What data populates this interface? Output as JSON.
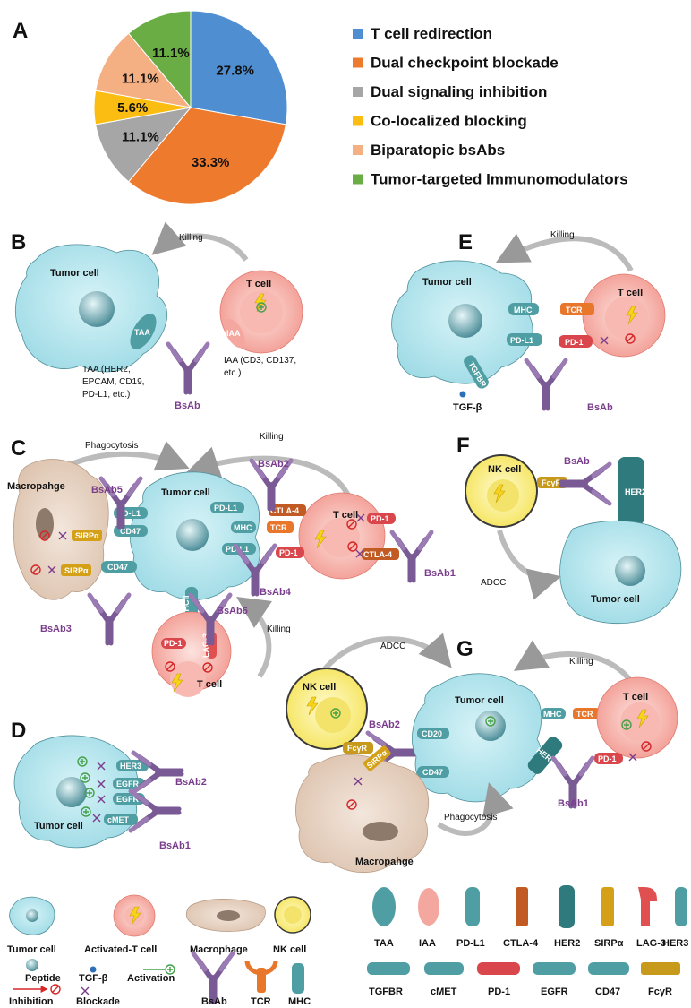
{
  "panels": {
    "A": "A",
    "B": "B",
    "C": "C",
    "D": "D",
    "E": "E",
    "F": "F",
    "G": "G"
  },
  "chart_data": {
    "type": "pie",
    "categories": [
      "T cell redirection",
      "Dual checkpoint blockade",
      "Dual signaling inhibition",
      "Co-localized blocking",
      "Biparatopic bsAbs",
      "Tumor-targeted Immunomodulators"
    ],
    "values": [
      27.8,
      33.3,
      11.1,
      5.6,
      11.1,
      11.1
    ],
    "labels": [
      "27.8%",
      "33.3%",
      "11.1%",
      "5.6%",
      "11.1%",
      "11.1%"
    ],
    "colors": [
      "#4f8fd1",
      "#ee7a2e",
      "#a6a6a6",
      "#fbbd12",
      "#f4b083",
      "#6aad45"
    ],
    "legend_position": "right"
  },
  "panelB": {
    "killing": "Killing",
    "tumor_cell": "Tumor cell",
    "t_cell": "T cell",
    "taa": "TAA",
    "iaa": "IAA",
    "taa_note1": "TAA (HER2,",
    "taa_note2": "EPCAM, CD19,",
    "taa_note3": "PD-L1, etc.)",
    "iaa_note1": "IAA (CD3, CD137,",
    "iaa_note2": "etc.)",
    "bsab": "BsAb"
  },
  "panelC": {
    "phagocytosis": "Phagocytosis",
    "killing": "Killing",
    "killing2": "Killing",
    "macrophage": "Macropahge",
    "tumor_cell": "Tumor cell",
    "t_cell": "T cell",
    "t_cell2": "T cell",
    "bsab1": "BsAb1",
    "bsab2": "BsAb2",
    "bsab3": "BsAb3",
    "bsab4": "BsAb4",
    "bsab5": "BsAb5",
    "bsab6": "BsAb6",
    "pdl1": "PD-L1",
    "cd47": "CD47",
    "sirpa": "SIRPα",
    "mhc": "MHC",
    "tcr": "TCR",
    "ctla4": "CTLA-4",
    "pd1": "PD-1",
    "mhcii": "MHCII",
    "lag3": "LAG-3"
  },
  "panelD": {
    "tumor_cell": "Tumor cell",
    "her3": "HER3",
    "egfr": "EGFR",
    "cmet": "cMET",
    "bsab1": "BsAb1",
    "bsab2": "BsAb2"
  },
  "panelE": {
    "killing": "Killing",
    "tumor_cell": "Tumor cell",
    "t_cell": "T cell",
    "mhc": "MHC",
    "tcr": "TCR",
    "pdl1": "PD-L1",
    "pd1": "PD-1",
    "tgfbr": "TGFBR",
    "tgfb": "TGF-β",
    "bsab": "BsAb"
  },
  "panelF": {
    "nk_cell": "NK cell",
    "fcyr": "FcγR",
    "bsab": "BsAb",
    "her2": "HER2",
    "adcc": "ADCC",
    "tumor_cell": "Tumor cell"
  },
  "panelG": {
    "adcc": "ADCC",
    "killing": "Killing",
    "nk_cell": "NK cell",
    "bsab2": "BsAb2",
    "fcyr": "FcγR",
    "cd20": "CD20",
    "cd47": "CD47",
    "tumor_cell": "Tumor cell",
    "mhc": "MHC",
    "tcr": "TCR",
    "t_cell": "T cell",
    "pd1": "PD-1",
    "her2": "HER2",
    "bsab1": "BsAb1",
    "sirpa": "SIRPα",
    "phagocytosis": "Phagocytosis",
    "macrophage": "Macropahge"
  },
  "legend": {
    "tumor_cell": "Tumor cell",
    "activated_t": "Activated-T cell",
    "macrophage": "Macrophage",
    "nk_cell": "NK cell",
    "peptide": "Peptide",
    "tgfb": "TGF-β",
    "activation": "Activation",
    "inhibition": "Inhibition",
    "blockade": "Blockade",
    "bsab": "BsAb",
    "tcr": "TCR",
    "mhc": "MHC",
    "taa": "TAA",
    "iaa": "IAA",
    "pdl1": "PD-L1",
    "ctla4": "CTLA-4",
    "her2": "HER2",
    "sirpa": "SIRPα",
    "lag3": "LAG-3",
    "her3": "HER3",
    "tgfbr": "TGFBR",
    "cmet": "cMET",
    "pd1": "PD-1",
    "egfr": "EGFR",
    "cd47": "CD47",
    "fcyr": "FcγR"
  }
}
